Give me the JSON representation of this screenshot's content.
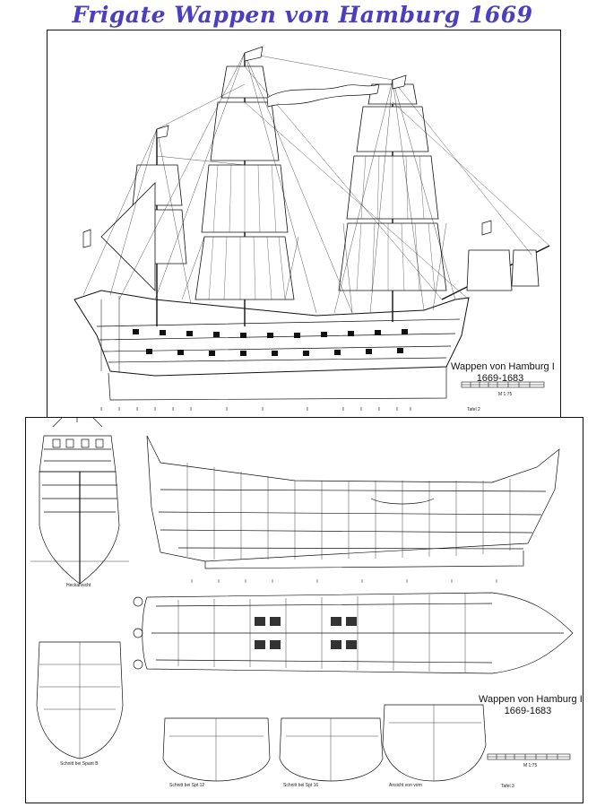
{
  "page_title": "Frigate Wappen von Hamburg 1669",
  "plate_1": {
    "ship_name": "Wappen von Hamburg I",
    "years": "1669-1683",
    "scale": "M 1:75",
    "sheet": "Tafel 2"
  },
  "plate_2": {
    "ship_name": "Wappen von Hamburg I",
    "years": "1669-1683",
    "scale": "M 1:75",
    "sheet": "Tafel 3",
    "view_labels": [
      "Heckansicht",
      "Schnitt bei Spant B",
      "Schnitt bei Spt 12",
      "Schnitt bei Spt 16",
      "Ansicht von vorn"
    ]
  },
  "colors": {
    "title": "#4a3fc0",
    "lines": "#111111"
  }
}
